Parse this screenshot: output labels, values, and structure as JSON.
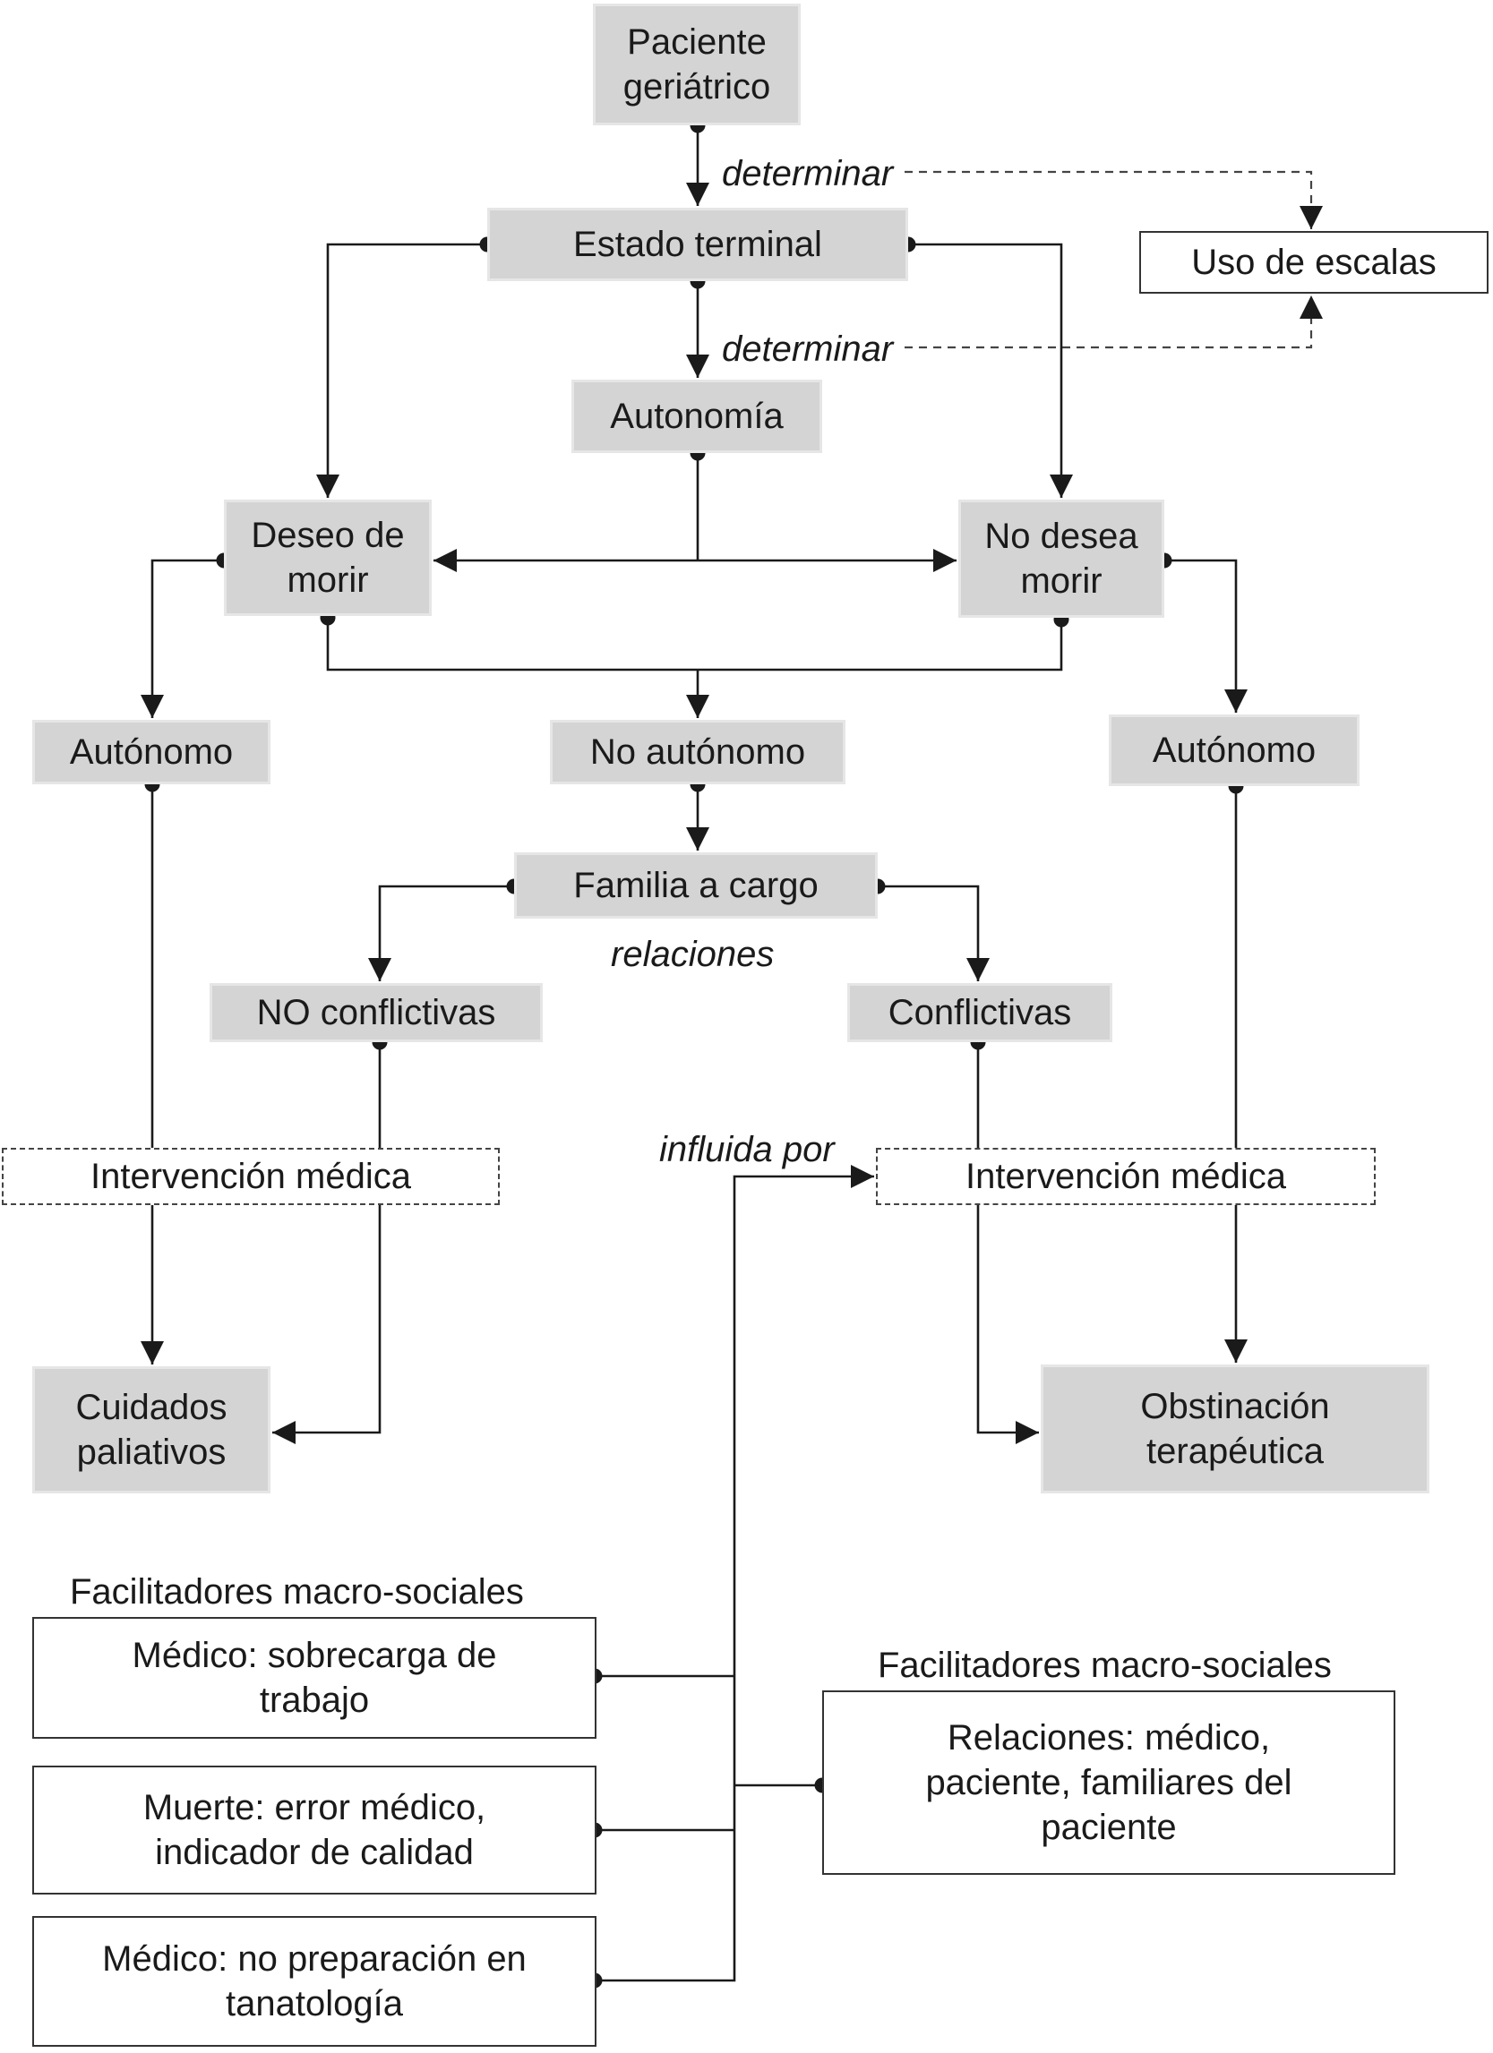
{
  "nodes": {
    "paciente": "Paciente\ngeriátrico",
    "estado": "Estado terminal",
    "escalas": "Uso de escalas",
    "autonomia": "Autonomía",
    "deseo": "Deseo de\nmorir",
    "nodesea": "No desea\nmorir",
    "autonomo_left": "Autónomo",
    "no_autonomo": "No autónomo",
    "autonomo_right": "Autónomo",
    "familia": "Familia a cargo",
    "no_conflictivas": "NO conflictivas",
    "conflictivas": "Conflictivas",
    "intervencion_left": "Intervención médica",
    "intervencion_right": "Intervención médica",
    "cuidados": "Cuidados\npaliativos",
    "obstinacion": "Obstinación\nterapéutica",
    "sobrecarga": "Médico: sobrecarga de\ntrabajo",
    "muerte": "Muerte: error médico,\nindicador de calidad",
    "preparacion": "Médico: no preparación en\ntanatología",
    "relaciones_box": "Relaciones: médico,\npaciente, familiares del\npaciente"
  },
  "labels": {
    "determinar_1": "determinar",
    "determinar_2": "determinar",
    "relaciones": "relaciones",
    "influida_por": "influida por",
    "facilitadores_left": "Facilitadores macro-sociales",
    "facilitadores_right": "Facilitadores macro-sociales"
  },
  "colors": {
    "box_fill": "#d4d4d4",
    "line": "#1a1a1a",
    "dashed_line": "#444444"
  }
}
